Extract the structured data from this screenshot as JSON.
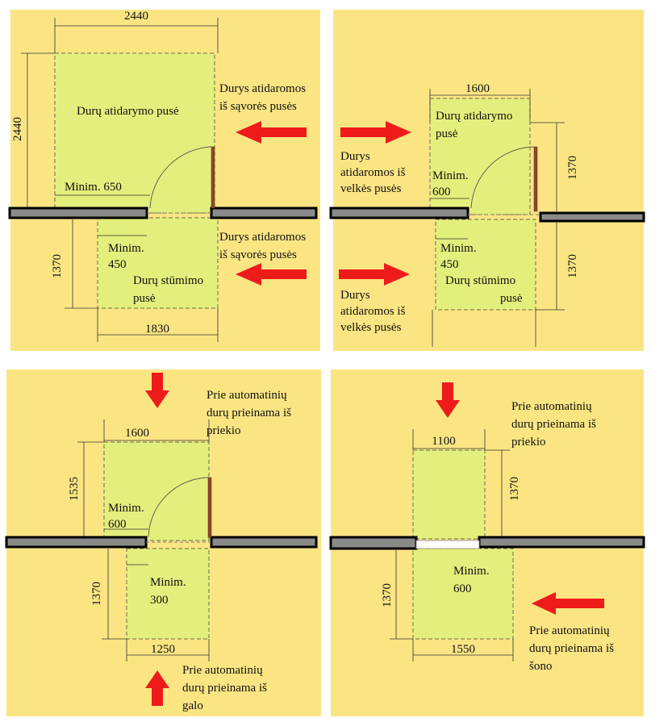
{
  "colors": {
    "panel": "#fbe583",
    "zone": "#e3ef7c",
    "arrow": "#ee1b1b",
    "wall": "#8a8a8a",
    "door": "#8b4a2b"
  },
  "panel1": {
    "dim_top": "2440",
    "dim_left": "2440",
    "zone_top_line1": "Durų atidarymo pusė",
    "minim_top": "Minim. 650",
    "arrow_text_top_l1": "Durys atidaromos",
    "arrow_text_top_l2": "iš sąvorės pusės",
    "arrow_text_bot_l1": "Durys atidaromos",
    "arrow_text_bot_l2": "iš sąvorės pusės",
    "minim_bot_l1": "Minim.",
    "minim_bot_l2": "450",
    "dim_left_bot": "1370",
    "zone_bot_l1": "Durų stūmimo",
    "zone_bot_l2": "pusė",
    "dim_bottom": "1830"
  },
  "panel2": {
    "dim_top": "1600",
    "zone_top_l1": "Durų atidarymo",
    "zone_top_l2": "pusė",
    "dim_right_top": "1370",
    "arrow_text_top_l1": "Durys",
    "arrow_text_top_l2": "atidaromos iš",
    "arrow_text_top_l3": "velkės pusės",
    "minim_top_l1": "Minim.",
    "minim_top_l2": "600",
    "minim_bot_l1": "Minim.",
    "minim_bot_l2": "450",
    "zone_bot_l1": "Durų stūmimo",
    "zone_bot_l2": "pusė",
    "dim_right_bot": "1370",
    "arrow_text_bot_l1": "Durys",
    "arrow_text_bot_l2": "atidaromos iš",
    "arrow_text_bot_l3": "velkės pusės"
  },
  "panel3": {
    "text_top_l1": "Prie automatinių",
    "text_top_l2": "durų prieinama iš",
    "text_top_l3": "priekio",
    "dim_top": "1600",
    "dim_left_top": "1535",
    "minim_top_l1": "Minim.",
    "minim_top_l2": "600",
    "minim_bot_l1": "Minim.",
    "minim_bot_l2": "300",
    "dim_left_bot": "1370",
    "dim_bottom": "1250",
    "text_bot_l1": "Prie automatinių",
    "text_bot_l2": "durų prieinama iš",
    "text_bot_l3": "galo"
  },
  "panel4": {
    "dim_top": "1100",
    "text_top_l1": "Prie automatinių",
    "text_top_l2": "durų prieinama iš",
    "text_top_l3": "priekio",
    "dim_right_top": "1370",
    "minim_l1": "Minim.",
    "minim_l2": "600",
    "dim_left_bot": "1370",
    "dim_bottom": "1550",
    "text_side_l1": "Prie automatinių",
    "text_side_l2": "durų prieinama iš",
    "text_side_l3": "šono"
  }
}
